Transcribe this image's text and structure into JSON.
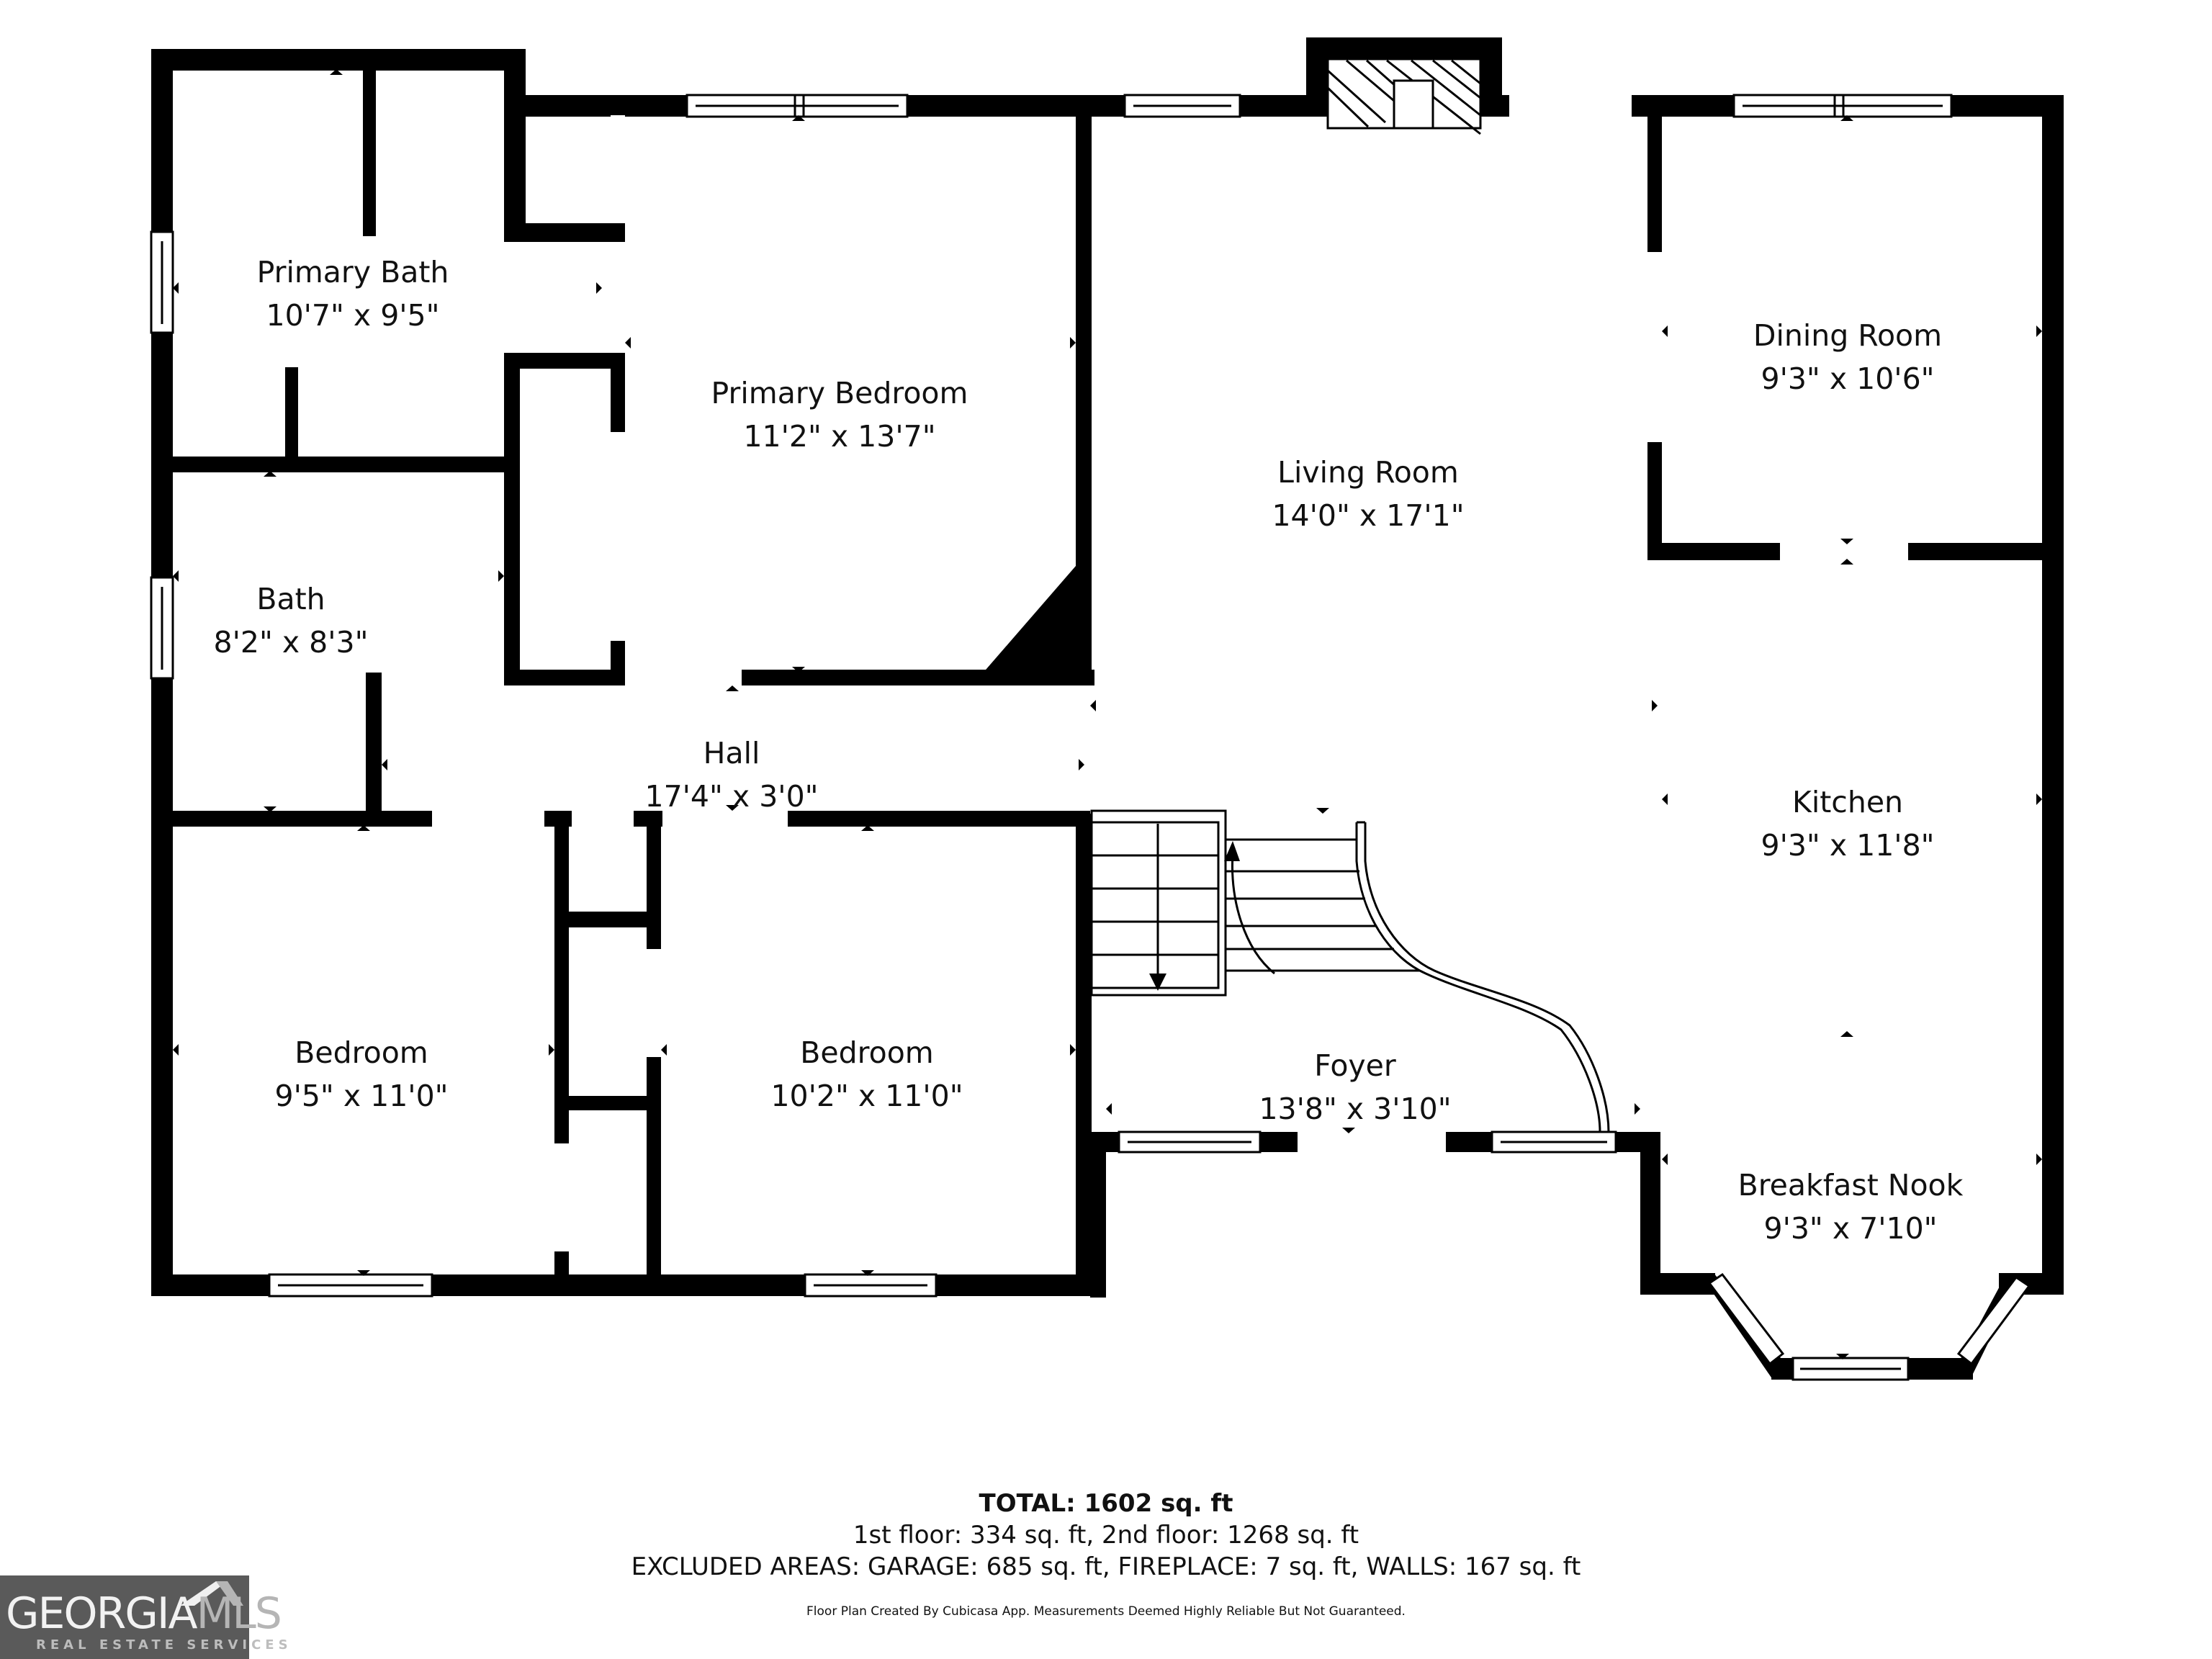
{
  "plan": {
    "rooms": [
      {
        "name": "Primary Bath",
        "dimensions": "10'7\" x 9'5\""
      },
      {
        "name": "Primary Bedroom",
        "dimensions": "11'2\" x 13'7\""
      },
      {
        "name": "Living Room",
        "dimensions": "14'0\" x 17'1\""
      },
      {
        "name": "Dining Room",
        "dimensions": "9'3\" x 10'6\""
      },
      {
        "name": "Bath",
        "dimensions": "8'2\" x 8'3\""
      },
      {
        "name": "Hall",
        "dimensions": "17'4\" x 3'0\""
      },
      {
        "name": "Kitchen",
        "dimensions": "9'3\" x 11'8\""
      },
      {
        "name": "Bedroom",
        "dimensions": "9'5\" x 11'0\""
      },
      {
        "name": "Bedroom",
        "dimensions": "10'2\" x 11'0\""
      },
      {
        "name": "Foyer",
        "dimensions": "13'8\" x 3'10\""
      },
      {
        "name": "Breakfast Nook",
        "dimensions": "9'3\" x 7'10\""
      }
    ],
    "fixtures": [
      "fireplace",
      "staircase"
    ],
    "colors": {
      "wall": "#000000",
      "background": "#ffffff",
      "text": "#111111"
    }
  },
  "summary": {
    "total": "TOTAL: 1602 sq. ft",
    "floors": "1st floor: 334 sq. ft, 2nd floor: 1268 sq. ft",
    "excluded": "EXCLUDED AREAS: GARAGE: 685 sq. ft, FIREPLACE: 7 sq. ft, WALLS: 167 sq. ft",
    "disclaimer": "Floor Plan Created By Cubicasa App. Measurements Deemed Highly Reliable But Not Guaranteed."
  },
  "logo": {
    "main": "GEORGIA",
    "accent": "MLS",
    "subtitle": "REAL ESTATE SERVICES",
    "colors": {
      "background": "#5a5a5a",
      "text": "#f2f2f2",
      "accent": "#b5b5b5"
    }
  }
}
